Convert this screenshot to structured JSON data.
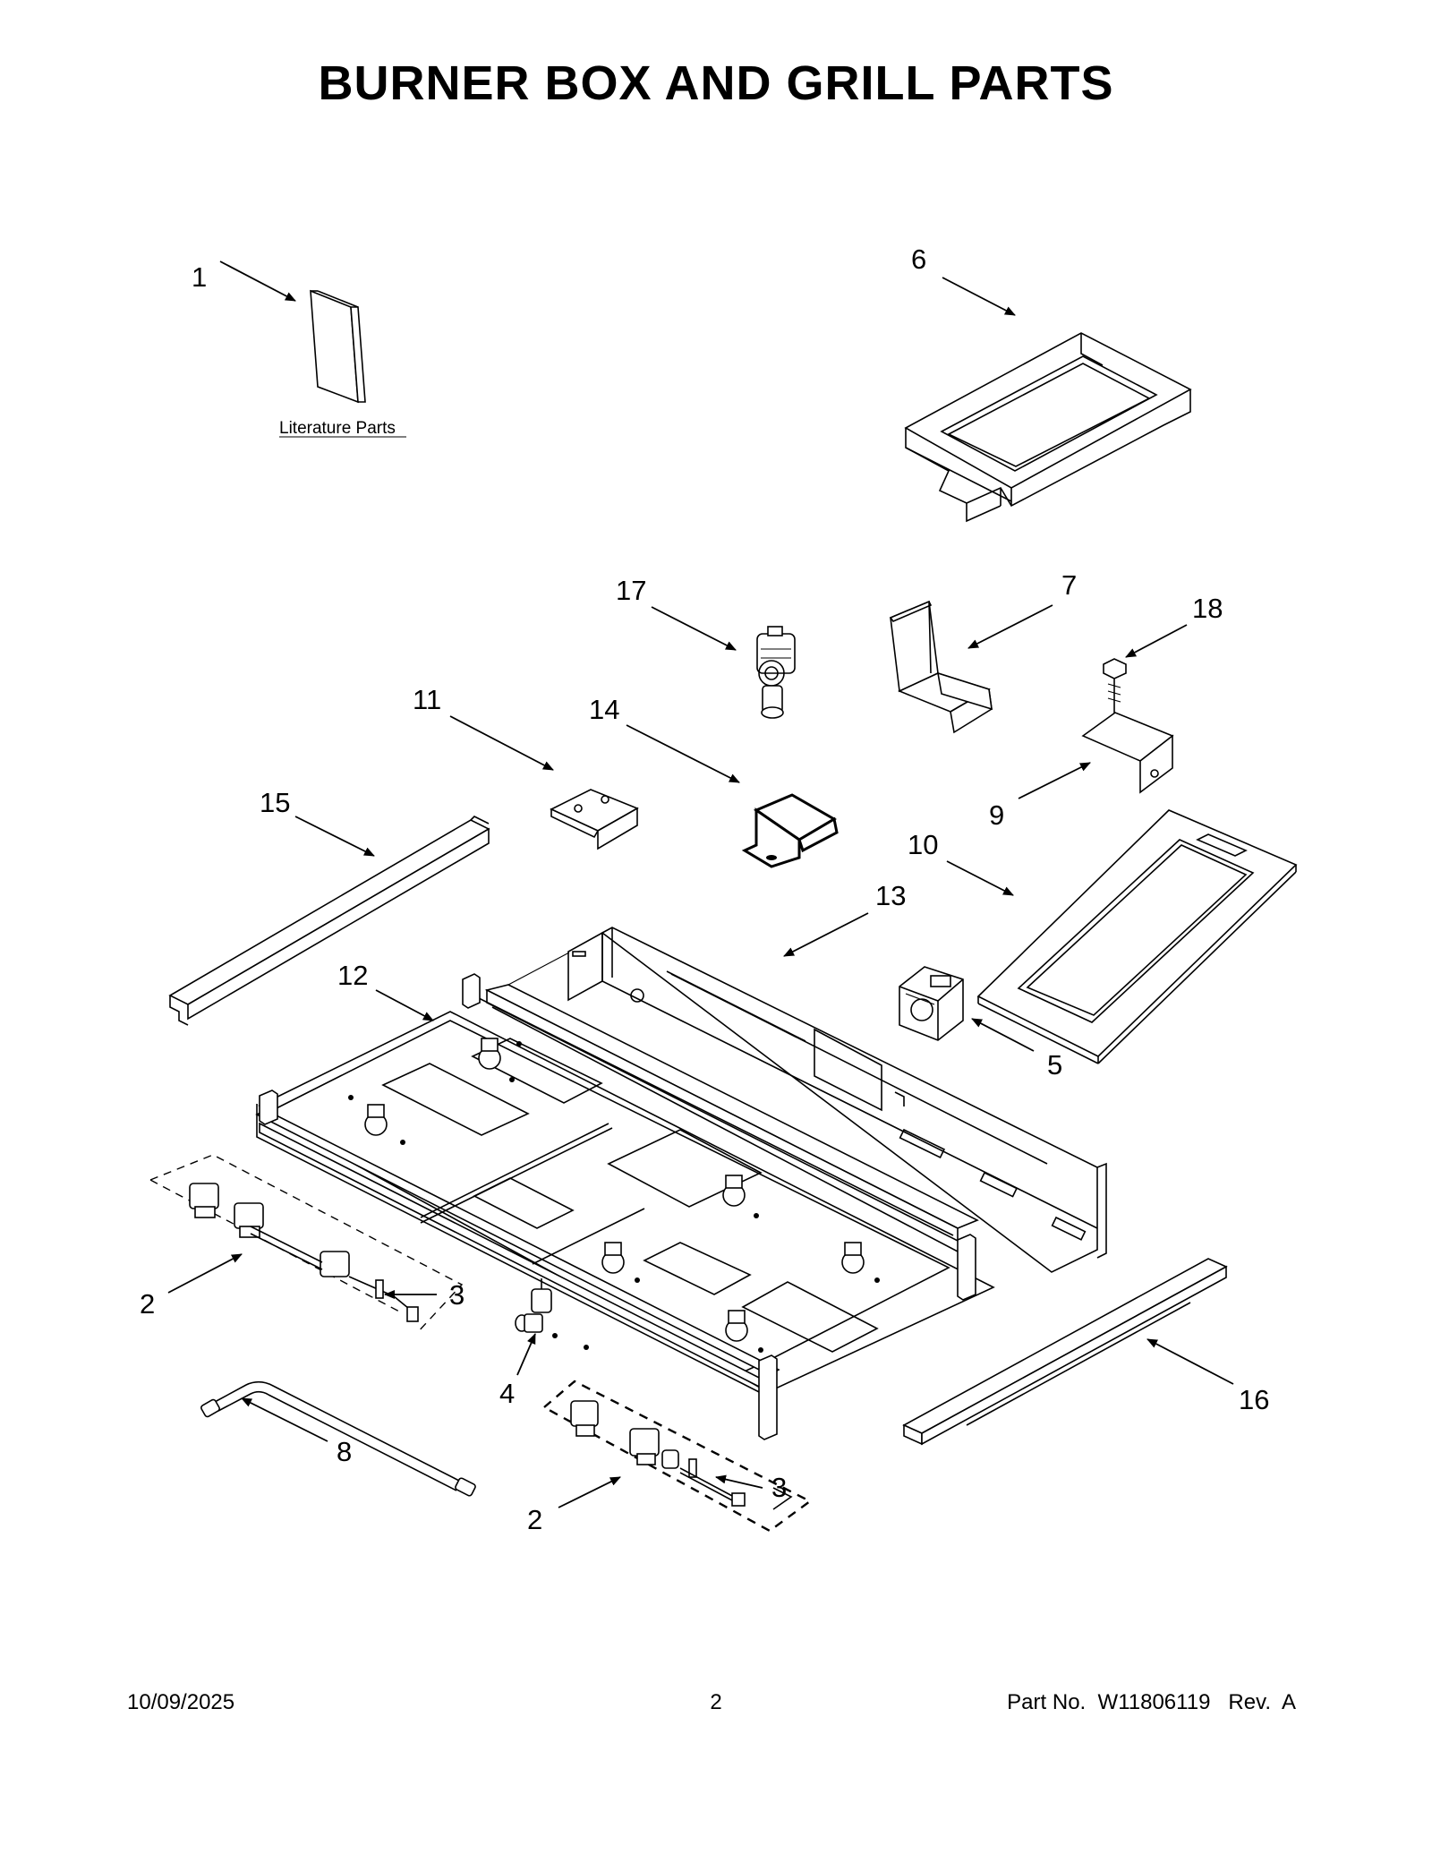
{
  "title": "BURNER BOX AND GRILL PARTS",
  "literature_label": "Literature Parts",
  "callouts": {
    "c1": "1",
    "c2a": "2",
    "c2b": "2",
    "c3a": "3",
    "c3b": "3",
    "c4": "4",
    "c5": "5",
    "c6": "6",
    "c7": "7",
    "c8": "8",
    "c9": "9",
    "c10": "10",
    "c11": "11",
    "c12": "12",
    "c13": "13",
    "c14": "14",
    "c15": "15",
    "c16": "16",
    "c17": "17",
    "c18": "18"
  },
  "footer": {
    "date": "10/09/2025",
    "page": "2",
    "part_no": "Part No.  W11806119   Rev.  A"
  }
}
